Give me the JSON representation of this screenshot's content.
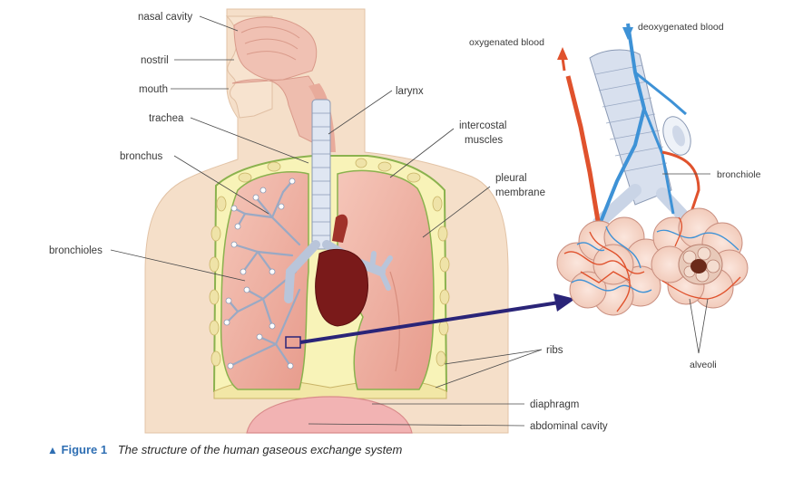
{
  "labels": {
    "nasal_cavity": "nasal cavity",
    "nostril": "nostril",
    "mouth": "mouth",
    "trachea": "trachea",
    "bronchus": "bronchus",
    "bronchioles": "bronchioles",
    "larynx": "larynx",
    "intercostal_1": "intercostal",
    "intercostal_2": "muscles",
    "pleural_1": "pleural",
    "pleural_2": "membrane",
    "ribs": "ribs",
    "diaphragm": "diaphragm",
    "abdominal_cavity": "abdominal cavity",
    "oxygenated_blood": "oxygenated blood",
    "deoxygenated_blood": "deoxygenated blood",
    "bronchiole": "bronchiole",
    "alveoli": "alveoli"
  },
  "caption": {
    "marker": "▲",
    "figure": "Figure 1",
    "text": "The structure of the human gaseous exchange system"
  },
  "colors": {
    "skin": "#f5dfc9",
    "cavity": "#f8f3b8",
    "lung": "#f0b4a6",
    "heart": "#7a1a1a",
    "oxygenated": "#e0522d",
    "deoxygenated": "#3e92d6",
    "airway": "#c9d4e6",
    "arrow": "#2a2478"
  }
}
